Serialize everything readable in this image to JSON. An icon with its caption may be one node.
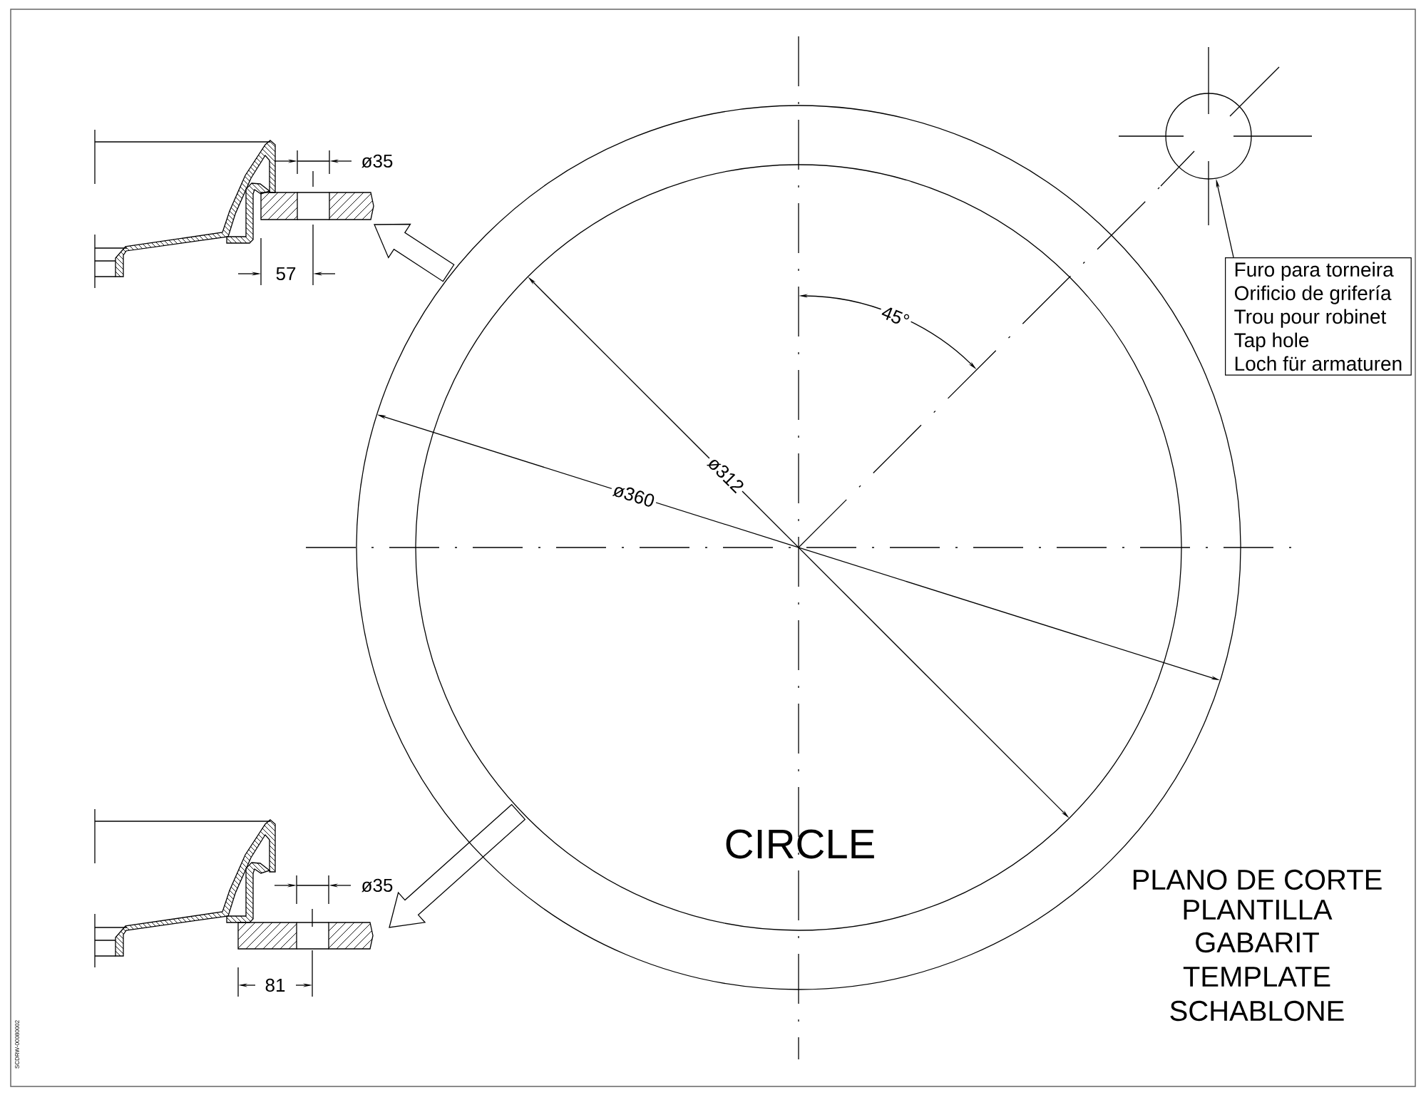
{
  "diagram": {
    "nodes": [
      {
        "text": [
          "Furo para torneira",
          "Orificio de grifería",
          "Trou pour robinet",
          "Tap hole",
          "Loch für armaturen"
        ]
      },
      {
        "text": [],
        "shape": "circle"
      }
    ],
    "edges": [
      {
        "from": 0,
        "to": 1,
        "arrow": "to"
      }
    ],
    "labels": [
      "ø35",
      "57",
      "45°",
      "ø312",
      "ø360",
      "CIRCLE",
      "ø35",
      "PLANO DE CORTE",
      "PLANTILLA",
      "GABARIT",
      "TEMPLATE",
      "SCHABLONE",
      "81",
      "SCDRW-00080002"
    ]
  }
}
